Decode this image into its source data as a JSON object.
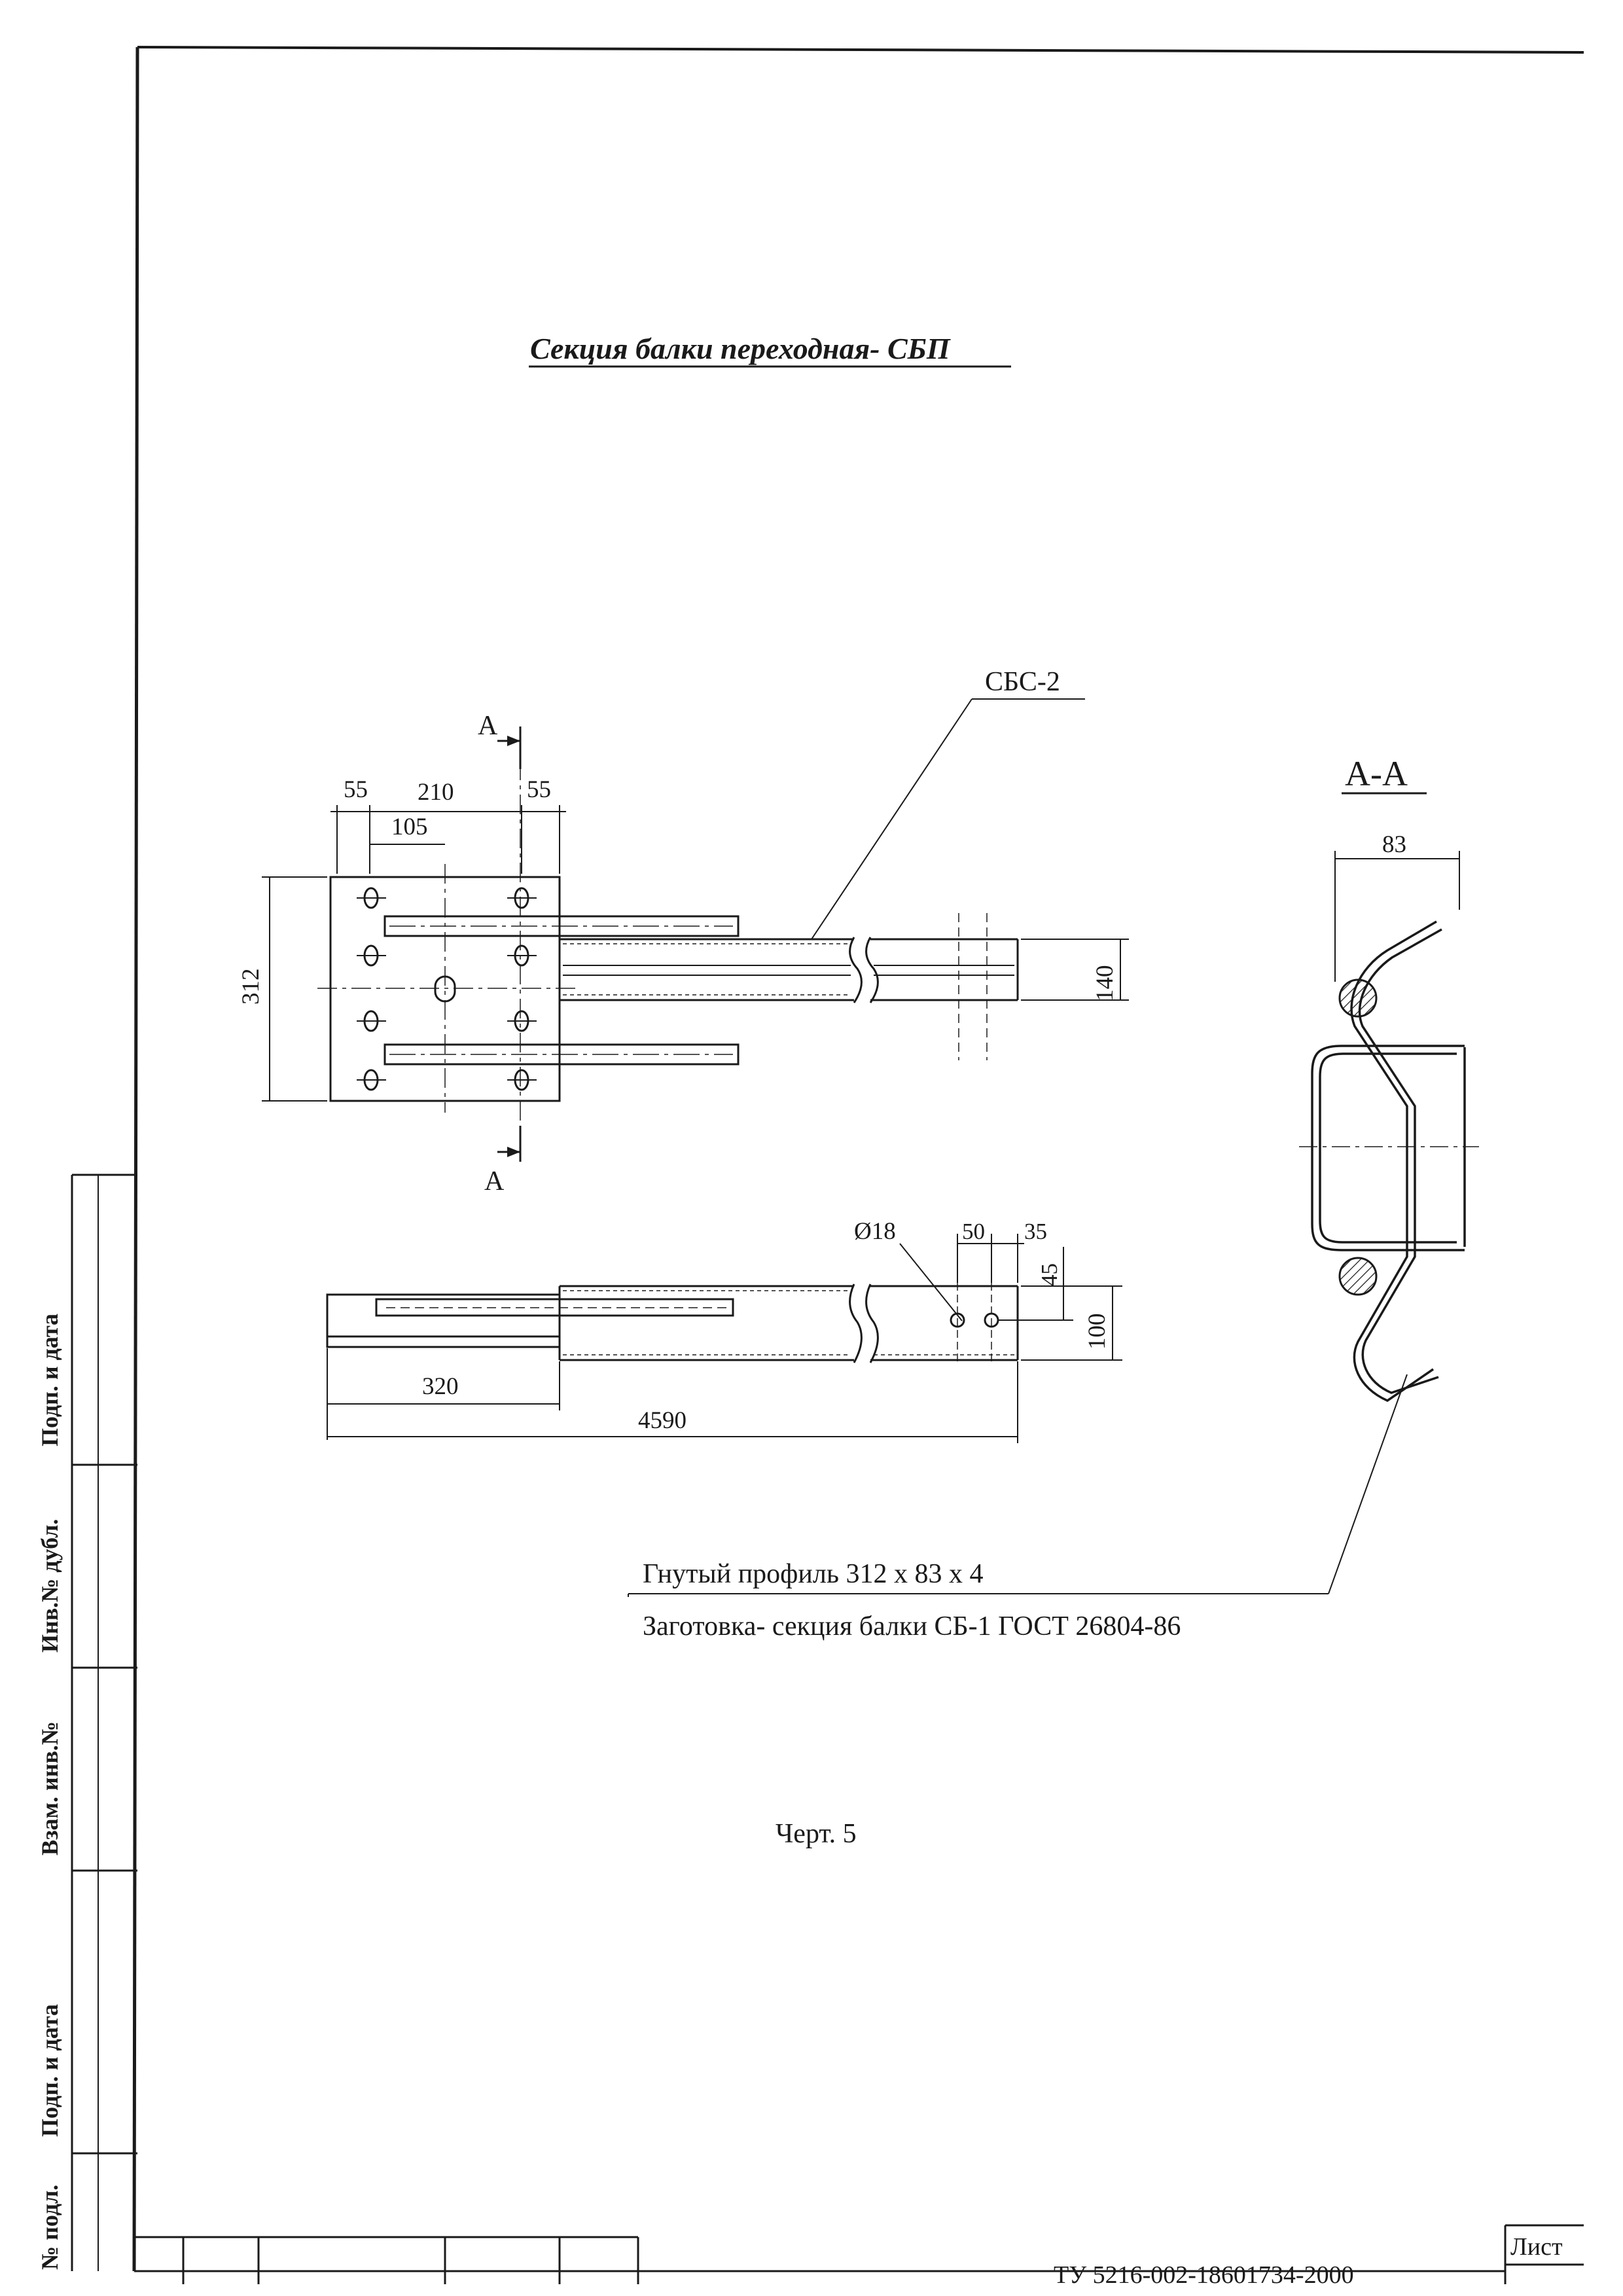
{
  "drawing": {
    "title": "Секция балки переходная- СБП",
    "section_label": "А-А",
    "cut_label_top": "А",
    "cut_label_bottom": "А",
    "part_callout": "СБС-2",
    "note_line1": "Гнутый профиль 312 х 83 х 4",
    "note_line2": "Заготовка- секция балки СБ-1 ГОСТ 26804-86",
    "caption": "Черт. 5"
  },
  "dimensions": {
    "plate_left": "55",
    "plate_mid": "210",
    "plate_right": "55",
    "hole_offset": "105",
    "plate_height": "312",
    "beam_height": "140",
    "hole_diameter": "Ø18",
    "end_50": "50",
    "end_35": "35",
    "hole_height": "45",
    "side_height": "100",
    "overlap": "320",
    "total_length": "4590",
    "section_depth": "83"
  },
  "stamp": {
    "sheet_label": "Лист",
    "doc_code": "ТУ 5216-002-18601734-2000"
  },
  "sidebar": {
    "sig_date_1": "Подп. и дата",
    "dup_inv": "Инв.№ дубл.",
    "exch_inv": "Взам. инв.№",
    "sig_date_2": "Подп. и дата",
    "orig_inv": "№ подл."
  },
  "colors": {
    "ink": "#1a1a1a",
    "paper": "#ffffff"
  }
}
